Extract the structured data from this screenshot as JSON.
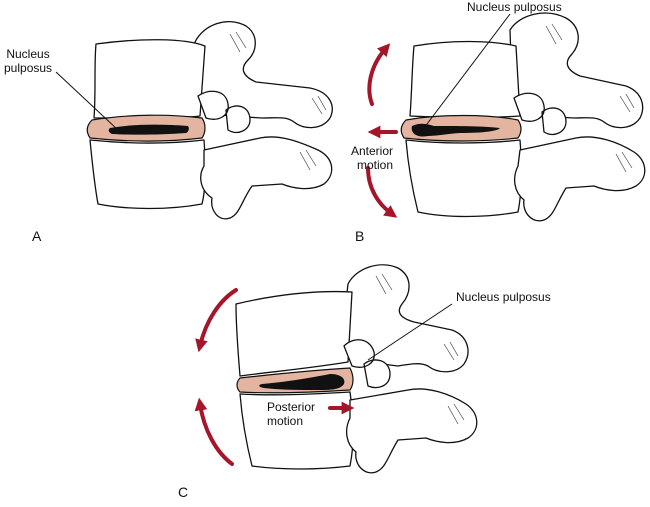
{
  "colors": {
    "disc": "#e3b5a0",
    "arrow": "#a5162a",
    "ink": "#111111"
  },
  "panels": {
    "a": {
      "letter": "A",
      "nucleus_label": "Nucleus\npulposus"
    },
    "b": {
      "letter": "B",
      "nucleus_label": "Nucleus pulposus",
      "motion_label": "Anterior\nmotion"
    },
    "c": {
      "letter": "C",
      "nucleus_label": "Nucleus pulposus",
      "motion_label": "Posterior\nmotion"
    }
  }
}
